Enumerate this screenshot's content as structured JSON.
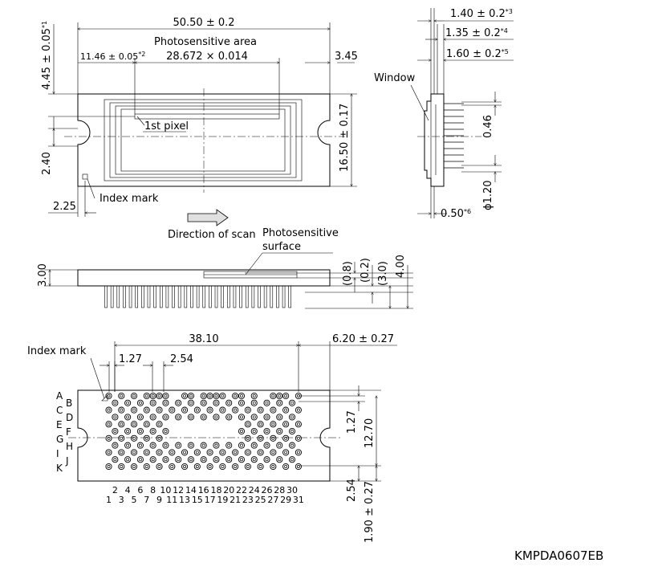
{
  "drawing_code": "KMPDA0607EB",
  "top_view": {
    "dim_overall_length": "50.50 ± 0.2",
    "label_photosensitive_area": "Photosensitive area",
    "dim_photosensitive_area": "28.672 × 0.014",
    "dim_first_offset": "11.46 ± 0.05",
    "dim_first_offset_note": "*2",
    "dim_right_offset": "3.45",
    "dim_top_offset": "4.45 ± 0.05",
    "dim_top_offset_note": "*1",
    "dim_width": "16.50 ± 0.17",
    "dim_left_2_40": "2.40",
    "dim_left_2_25": "2.25",
    "label_first_pixel": "1st pixel",
    "label_index_mark": "Index mark",
    "label_direction": "Direction of scan"
  },
  "side_view": {
    "label_window": "Window",
    "dim_140": "1.40 ± 0.2",
    "dim_140_note": "*3",
    "dim_135": "1.35 ± 0.2",
    "dim_135_note": "*4",
    "dim_160": "1.60 ± 0.2",
    "dim_160_note": "*5",
    "dim_046": "0.46",
    "dim_120": "ϕ1.20",
    "dim_050": "0.50",
    "dim_050_note": "*6"
  },
  "front_view": {
    "label_photosensitive_surface_1": "Photosensitive",
    "label_photosensitive_surface_2": "surface",
    "dim_300": "3.00",
    "dim_08": "(0.8)",
    "dim_02": "(0.2)",
    "dim_30": "(3.0)",
    "dim_400": "4.00"
  },
  "bottom_view": {
    "label_index_mark": "Index mark",
    "dim_3810": "38.10",
    "dim_620": "6.20 ± 0.27",
    "dim_127": "1.27",
    "dim_254": "2.54",
    "dim_right_127": "1.27",
    "dim_right_1270": "12.70",
    "dim_right_254": "2.54",
    "dim_right_190": "1.90 ± 0.27",
    "row_letters": [
      "A",
      "B",
      "C",
      "D",
      "E",
      "F",
      "G",
      "H",
      "I",
      "J",
      "K"
    ],
    "column_numbers_even": [
      "2",
      "4",
      "6",
      "8",
      "10",
      "12",
      "14",
      "16",
      "18",
      "20",
      "22",
      "24",
      "26",
      "28",
      "30"
    ],
    "column_numbers_odd": [
      "1",
      "3",
      "5",
      "7",
      "9",
      "11",
      "13",
      "15",
      "17",
      "19",
      "21",
      "23",
      "25",
      "27",
      "29",
      "31"
    ]
  }
}
